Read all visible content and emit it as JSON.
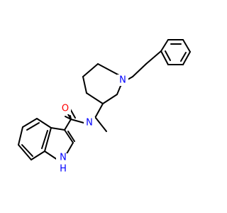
{
  "atom_labels": {
    "amide_oxygen": "O",
    "amide_nitrogen": "N",
    "piperidine_nitrogen": "N",
    "indole_nitrogen": "H\nN",
    "indole_nh_h": "H",
    "indole_nh_n": "N"
  },
  "colors": {
    "bond": "#000000",
    "oxygen": "#ff0000",
    "nitrogen": "#0000ff",
    "background": "#ffffff"
  }
}
